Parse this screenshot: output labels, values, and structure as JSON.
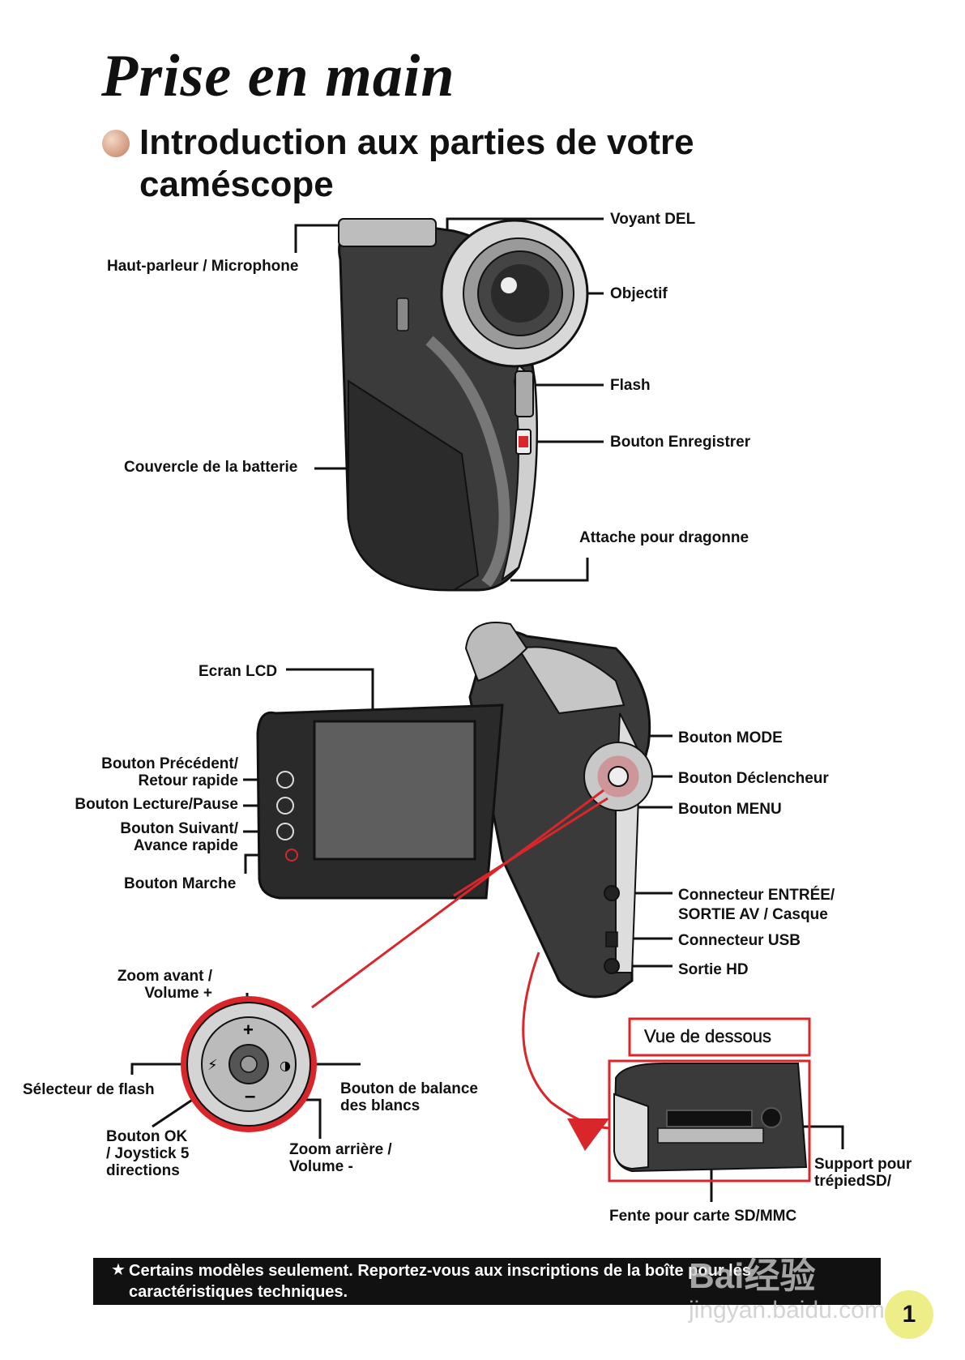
{
  "page": {
    "title": "Prise en main",
    "subtitle_line1": "Introduction aux parties de votre",
    "subtitle_line2": "caméscope"
  },
  "camera_top": {
    "speaker": "Haut-parleur / Microphone",
    "led": "Voyant DEL",
    "lens": "Objectif",
    "flash": "Flash",
    "record": "Bouton Enregistrer",
    "battery": "Couvercle de la batterie",
    "strap": "Attache pour dragonne"
  },
  "camera_open": {
    "lcd": "Ecran LCD",
    "prev_line1": "Bouton Précédent/",
    "prev_line2": "Retour rapide",
    "play": "Bouton Lecture/Pause",
    "next_line1": "Bouton Suivant/",
    "next_line2": "Avance rapide",
    "power": "Bouton Marche",
    "mode": "Bouton MODE",
    "shutter": "Bouton Déclencheur",
    "menu": "Bouton MENU",
    "av_line1": "Connecteur ENTRÉE/",
    "av_line2": "SORTIE AV / Casque",
    "usb": "Connecteur USB",
    "hd": "Sortie HD"
  },
  "joystick": {
    "zoom_in_line1": "Zoom avant /",
    "zoom_in_line2": "Volume +",
    "flash_sel": "Sélecteur de flash",
    "wb_line1": "Bouton de balance",
    "wb_line2": "des blancs",
    "ok_line1": "Bouton OK",
    "ok_line2": "/ Joystick 5",
    "ok_line3": "directions",
    "zoom_out_line1": "Zoom arrière /",
    "zoom_out_line2": "Volume -"
  },
  "bottom_view": {
    "heading": "Vue de dessous",
    "tripod_line1": "Support pour",
    "tripod_line2": "trépiedSD/",
    "sd_slot": "Fente pour carte SD/MMC"
  },
  "footer": {
    "star": "★",
    "note_line1": "Certains modèles seulement. Reportez-vous aux inscriptions de la boîte pour les",
    "note_line2": "caractéristiques techniques.",
    "page_number": "1",
    "watermark": "Bai经验",
    "watermark_url": "jingyan.baidu.com"
  },
  "colors": {
    "accent_red": "#d9262b",
    "body_dark": "#3a3a3a"
  }
}
